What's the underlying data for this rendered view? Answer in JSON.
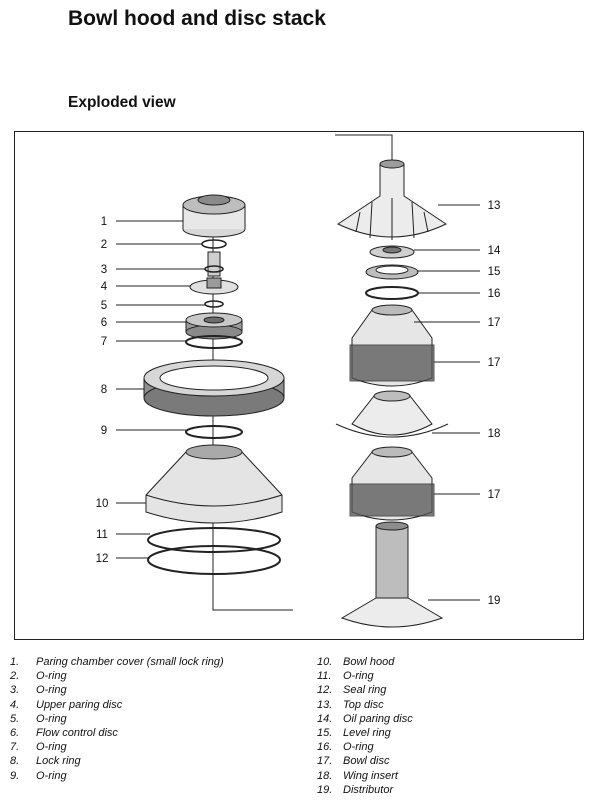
{
  "title": "Bowl hood and disc stack",
  "subtitle": "Exploded view",
  "callouts": [
    "1",
    "2",
    "3",
    "4",
    "5",
    "6",
    "7",
    "8",
    "9",
    "10",
    "11",
    "12",
    "13",
    "14",
    "15",
    "16",
    "17",
    "18",
    "19"
  ],
  "legend": {
    "left": [
      {
        "num": "1.",
        "text": "Paring chamber cover (small lock ring)"
      },
      {
        "num": "2.",
        "text": "O-ring"
      },
      {
        "num": "3.",
        "text": "O-ring"
      },
      {
        "num": "4.",
        "text": "Upper paring disc"
      },
      {
        "num": "5.",
        "text": "O-ring"
      },
      {
        "num": "6.",
        "text": "Flow control disc"
      },
      {
        "num": "7.",
        "text": "O-ring"
      },
      {
        "num": "8.",
        "text": "Lock ring"
      },
      {
        "num": "9.",
        "text": "O-ring"
      }
    ],
    "right": [
      {
        "num": "10.",
        "text": "Bowl hood"
      },
      {
        "num": "11.",
        "text": "O-ring"
      },
      {
        "num": "12.",
        "text": "Seal ring"
      },
      {
        "num": "13.",
        "text": "Top disc"
      },
      {
        "num": "14.",
        "text": "Oil paring disc"
      },
      {
        "num": "15.",
        "text": "Level ring"
      },
      {
        "num": "16.",
        "text": "O-ring"
      },
      {
        "num": "17.",
        "text": "Bowl disc"
      },
      {
        "num": "18.",
        "text": "Wing insert"
      },
      {
        "num": "19.",
        "text": "Distributor"
      }
    ]
  }
}
